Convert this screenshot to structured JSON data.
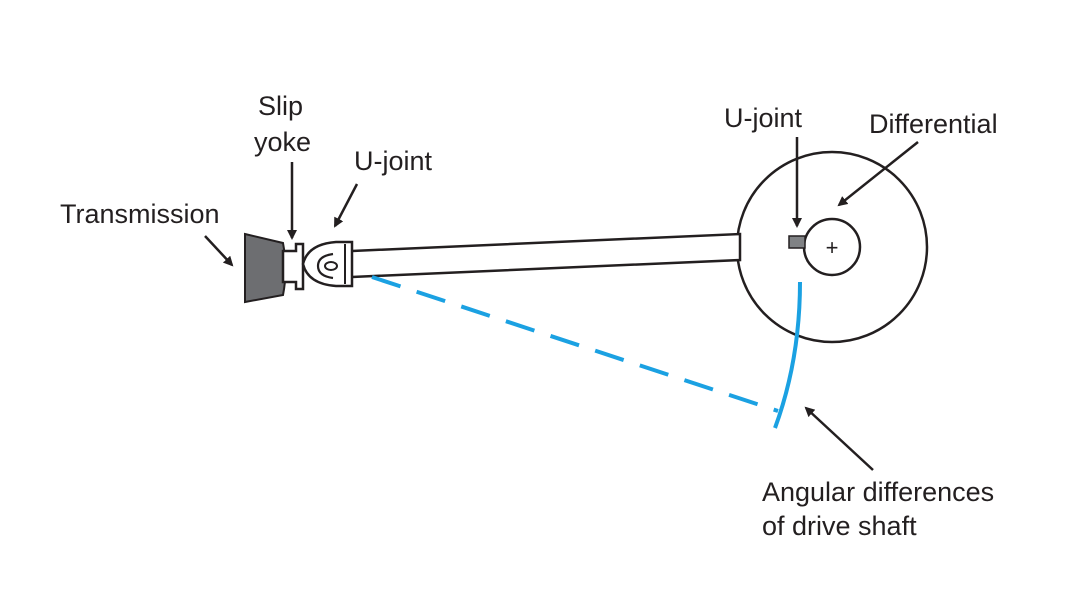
{
  "labels": {
    "transmission": "Transmission",
    "slip_yoke_line1": "Slip",
    "slip_yoke_line2": "yoke",
    "u_joint_front": "U-joint",
    "u_joint_rear": "U-joint",
    "differential": "Differential",
    "angular_line1": "Angular differences",
    "angular_line2": "of drive shaft",
    "plus_symbol": "+"
  },
  "colors": {
    "stroke": "#231f20",
    "transmission_fill": "#6d6e71",
    "ujoint_block_fill": "#808285",
    "highlight": "#1ba1e2",
    "background": "#ffffff"
  }
}
